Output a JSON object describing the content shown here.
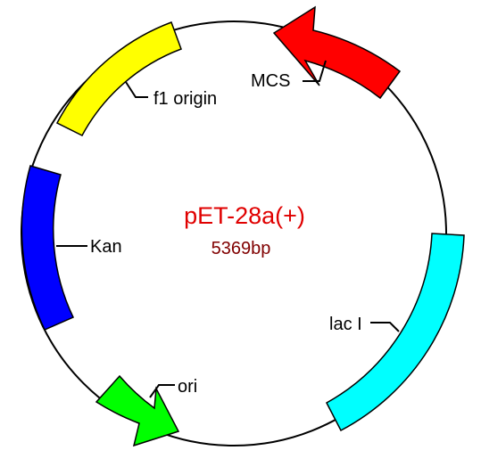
{
  "plasmid": {
    "name": "pET-28a(+)",
    "size": "5369bp",
    "name_color": "#e00000",
    "size_color": "#800000"
  },
  "features": [
    {
      "id": "mcs",
      "label": "MCS",
      "color": "#ff0000",
      "kind": "arrow",
      "direction": "counterclockwise"
    },
    {
      "id": "f1-origin",
      "label": "f1 origin",
      "color": "#ffff00",
      "kind": "block"
    },
    {
      "id": "kan",
      "label": "Kan",
      "color": "#0000ff",
      "kind": "block"
    },
    {
      "id": "ori",
      "label": "ori",
      "color": "#00ff00",
      "kind": "arrow",
      "direction": "clockwise"
    },
    {
      "id": "lac-i",
      "label": "lac I",
      "color": "#00ffff",
      "kind": "block"
    }
  ]
}
